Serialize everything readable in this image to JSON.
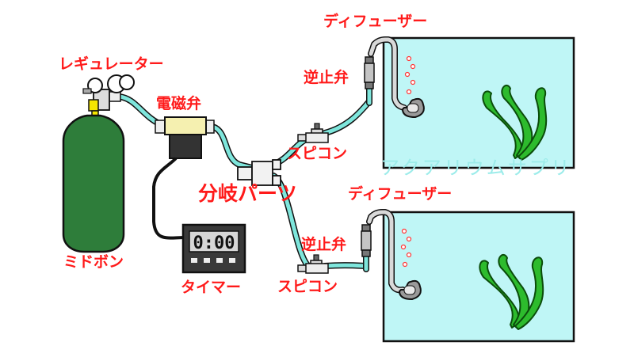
{
  "labels": {
    "regulator": "レギュレーター",
    "solenoid": "電磁弁",
    "cylinder": "ミドボン",
    "timer": "タイマー",
    "splitter": "分岐パーツ",
    "speedcon_top": "スピコン",
    "speedcon_bottom": "スピコン",
    "check_valve_top": "逆止弁",
    "check_valve_bottom": "逆止弁",
    "diffuser_top": "ディフューザー",
    "diffuser_bottom": "ディフューザー"
  },
  "timer_display": "0:00",
  "watermark": "アクアリウムサプリ",
  "colors": {
    "label": "#ff1a1a",
    "tube": "#7ee6dc",
    "tank": "#bff6f6",
    "cylinder": "#2e7d3a",
    "plant": "#2dbb2d",
    "solenoid_top": "#f5f0b0",
    "regulator_yellow": "#f5e600",
    "watermark": "#9cecea"
  }
}
